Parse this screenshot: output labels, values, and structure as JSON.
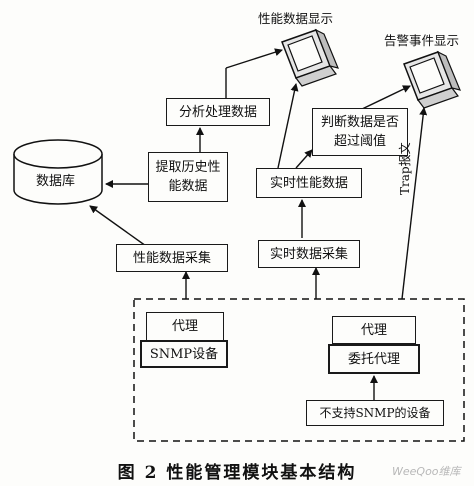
{
  "diagram": {
    "monitor_label_left": "性能数据显示",
    "monitor_label_right": "告警事件显示",
    "database_label": "数据库",
    "analyze_box": "分析处理数据",
    "extract_history_box": "提取历史性能数据",
    "judge_box": "判断数据是否超过阈值",
    "realtime_perf_box": "实时性能数据",
    "perf_collect_box": "性能数据采集",
    "realtime_collect_box": "实时数据采集",
    "trap_label": "Trap报文",
    "agent_left": "代理",
    "snmp_device": "SNMP设备",
    "agent_right": "代理",
    "proxy_agent": "委托代理",
    "non_snmp_device": "不支持SNMP的设备"
  },
  "caption": "图 2   性能管理模块基本结构",
  "watermark": "WeeQoo维库",
  "icons": {
    "monitor_left": "monitor-icon",
    "monitor_right": "monitor-icon",
    "database": "database-cylinder-icon"
  }
}
